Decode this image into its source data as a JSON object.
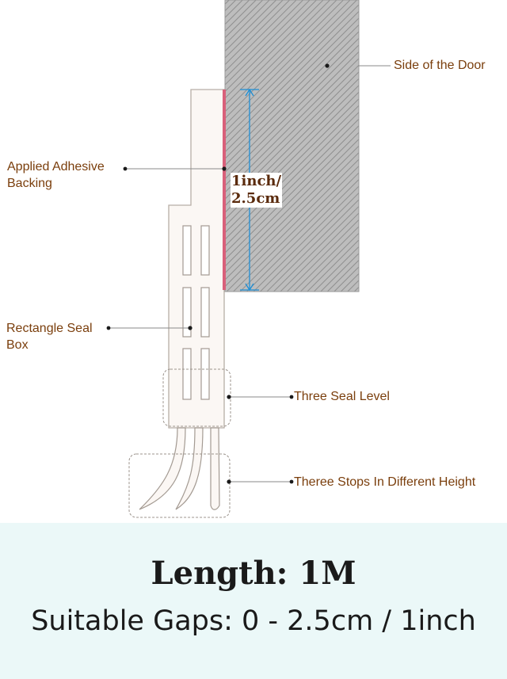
{
  "labels": {
    "door_side": "Side of the Door",
    "adhesive_line1": "Applied Adhesive",
    "adhesive_line2": "Backing",
    "dimension_line1": "1inch/",
    "dimension_line2": "2.5cm",
    "seal_box_line1": "Rectangle Seal",
    "seal_box_line2": "Box",
    "seal_level": "Three Seal Level",
    "stops": "Theree Stops In Different Height"
  },
  "footer": {
    "length": "Length: 1M",
    "gaps": "Suitable Gaps: 0 - 2.5cm / 1inch"
  },
  "colors": {
    "label_text": "#7a3e0c",
    "adhesive": "#d9607a",
    "dimension_line": "#1e8fd6",
    "footer_bg": "#ebf8f8"
  }
}
